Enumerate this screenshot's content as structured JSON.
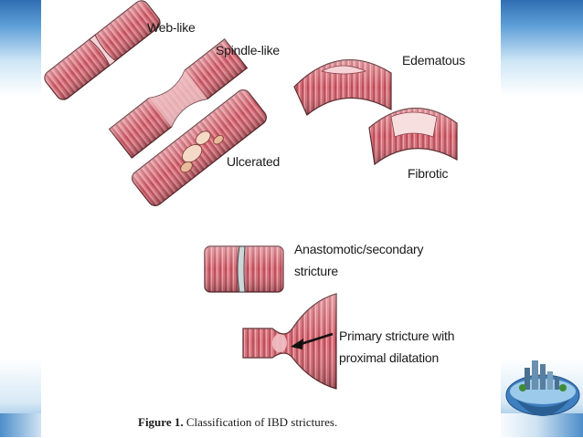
{
  "labels": {
    "web_like": "Web-like",
    "spindle_like": "Spindle-like",
    "edematous": "Edematous",
    "ulcerated": "Ulcerated",
    "fibrotic": "Fibrotic",
    "anastomotic_line1": "Anastomotic/secondary",
    "anastomotic_line2": "stricture",
    "primary_line1": "Primary stricture with",
    "primary_line2": "proximal dilatation"
  },
  "caption": {
    "prefix": "Figure 1.",
    "text": " Classification of IBD strictures."
  },
  "colors": {
    "tissue": "#d9707a",
    "tissue_dark": "#a53a48",
    "tissue_light": "#f2b8bd",
    "outline": "#5a2a2e",
    "accent_blue": "#2e6fb3"
  },
  "icons": {
    "arrow": "arrow-left-icon",
    "logo": "city-globe-logo"
  }
}
